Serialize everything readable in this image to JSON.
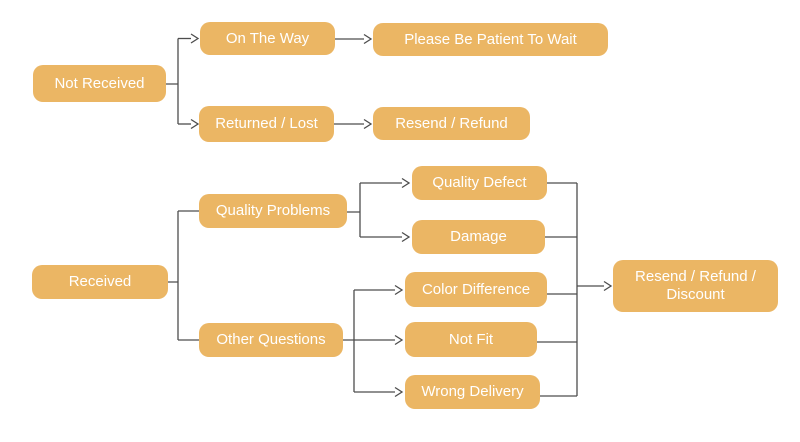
{
  "diagram": {
    "type": "flowchart",
    "background": "#FFFFFF",
    "colors": {
      "node_fill": "#EBB664",
      "node_text": "#FFFFFF",
      "connector": "#4D4D4D"
    },
    "nodes": {
      "not_received": {
        "label": "Not Received"
      },
      "on_the_way": {
        "label": "On The Way"
      },
      "please_be_patient": {
        "label": "Please Be Patient To Wait"
      },
      "returned_lost": {
        "label": "Returned / Lost"
      },
      "resend_refund": {
        "label": "Resend / Refund"
      },
      "received": {
        "label": "Received"
      },
      "quality_problems": {
        "label": "Quality Problems"
      },
      "other_questions": {
        "label": "Other Questions"
      },
      "quality_defect": {
        "label": "Quality Defect"
      },
      "damage": {
        "label": "Damage"
      },
      "color_difference": {
        "label": "Color Difference"
      },
      "not_fit": {
        "label": "Not Fit"
      },
      "wrong_delivery": {
        "label": "Wrong Delivery"
      },
      "resend_refund_discount": {
        "label": "Resend / Refund / Discount"
      }
    },
    "edges": [
      {
        "from": "not_received",
        "to": "on_the_way",
        "arrow": true
      },
      {
        "from": "not_received",
        "to": "returned_lost",
        "arrow": true
      },
      {
        "from": "on_the_way",
        "to": "please_be_patient",
        "arrow": true
      },
      {
        "from": "returned_lost",
        "to": "resend_refund",
        "arrow": true
      },
      {
        "from": "received",
        "to": "quality_problems",
        "arrow": false
      },
      {
        "from": "received",
        "to": "other_questions",
        "arrow": false
      },
      {
        "from": "quality_problems",
        "to": "quality_defect",
        "arrow": true
      },
      {
        "from": "quality_problems",
        "to": "damage",
        "arrow": true
      },
      {
        "from": "other_questions",
        "to": "color_difference",
        "arrow": true
      },
      {
        "from": "other_questions",
        "to": "not_fit",
        "arrow": true
      },
      {
        "from": "other_questions",
        "to": "wrong_delivery",
        "arrow": true
      },
      {
        "from": "quality_defect",
        "to": "resend_refund_discount",
        "arrow": true
      },
      {
        "from": "damage",
        "to": "resend_refund_discount",
        "arrow": true
      },
      {
        "from": "color_difference",
        "to": "resend_refund_discount",
        "arrow": true
      },
      {
        "from": "not_fit",
        "to": "resend_refund_discount",
        "arrow": true
      },
      {
        "from": "wrong_delivery",
        "to": "resend_refund_discount",
        "arrow": true
      }
    ]
  }
}
